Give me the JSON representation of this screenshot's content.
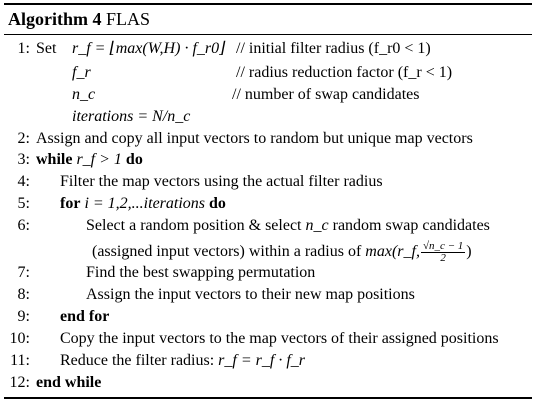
{
  "algorithm": {
    "label": "Algorithm 4",
    "name": "FLAS"
  },
  "lines": [
    {
      "num": "1:",
      "text": "Set r_f = ⌊max(W,H) · f_r0⌋ // initial filter radius (f_r0 < 1)",
      "parts": {
        "pre": "Set ",
        "expr": "r_f = ⌊max(W,H) · f_r0⌋",
        "comment": "// initial filter radius (f_r0 < 1)"
      }
    },
    {
      "num": "",
      "text": "f_r // radius reduction factor (f_r < 1)",
      "parts": {
        "expr": "f_r",
        "comment": "// radius reduction factor (f_r < 1)"
      }
    },
    {
      "num": "",
      "text": "n_c // number of swap candidates",
      "parts": {
        "expr": "n_c",
        "comment": "// number of swap candidates"
      }
    },
    {
      "num": "",
      "text": "iterations = N/n_c",
      "parts": {
        "expr": "iterations = N/n_c"
      }
    },
    {
      "num": "2:",
      "text": "Assign and copy all input vectors to random but unique map vectors"
    },
    {
      "num": "3:",
      "text": "while r_f > 1 do",
      "parts": {
        "kw1": "while",
        "expr": "r_f > 1",
        "kw2": "do"
      }
    },
    {
      "num": "4:",
      "text": "Filter the map vectors using the actual filter radius"
    },
    {
      "num": "5:",
      "text": "for i = 1,2,...iterations do",
      "parts": {
        "kw1": "for",
        "expr": "i = 1,2,...iterations",
        "kw2": "do"
      }
    },
    {
      "num": "6:",
      "text": "Select a random position & select n_c random swap candidates",
      "parts": {
        "pre": "Select a random position & select ",
        "expr": "n_c",
        "post": " random swap candidates"
      }
    },
    {
      "num": "",
      "text": "(assigned input vectors) within a radius of max(r_f, (√n_c − 1)/2)",
      "parts": {
        "pre": "(assigned input vectors) within a radius of ",
        "expr": "max(r_f,",
        "frac_num": "√n_c − 1",
        "frac_den": "2",
        "post": ")"
      }
    },
    {
      "num": "7:",
      "text": "Find the best swapping permutation"
    },
    {
      "num": "8:",
      "text": "Assign the input vectors to their new map positions"
    },
    {
      "num": "9:",
      "text": "end for",
      "parts": {
        "kw1": "end for"
      }
    },
    {
      "num": "10:",
      "text": "Copy the input vectors to the map vectors of their assigned positions"
    },
    {
      "num": "11:",
      "text": "Reduce the filter radius: r_f = r_f · f_r",
      "parts": {
        "pre": "Reduce the filter radius: ",
        "expr": "r_f = r_f · f_r"
      }
    },
    {
      "num": "12:",
      "text": "end while",
      "parts": {
        "kw1": "end while"
      }
    }
  ]
}
